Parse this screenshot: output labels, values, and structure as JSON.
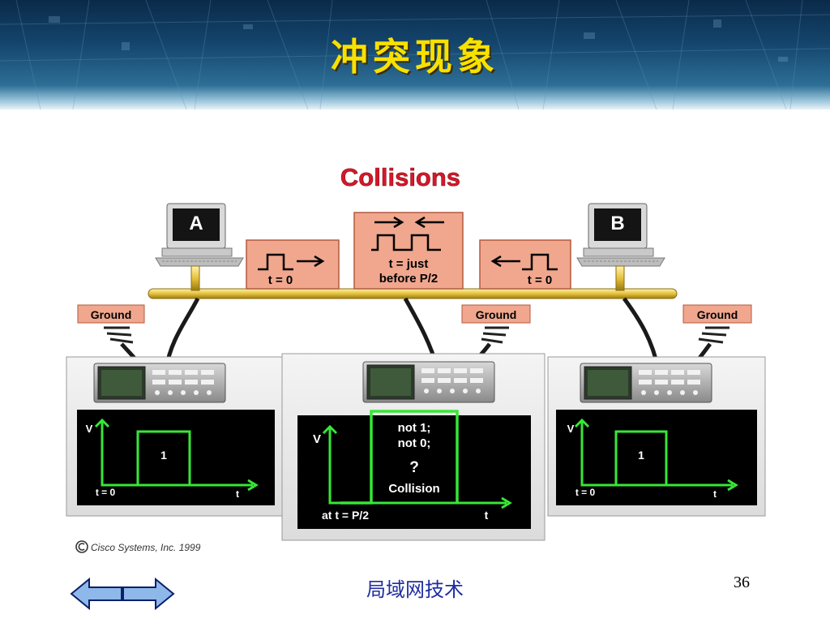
{
  "slide": {
    "title": "冲突现象",
    "footer": "局域网技术",
    "page_number": "36"
  },
  "diagram": {
    "heading": "Collisions",
    "station_a": "A",
    "station_b": "B",
    "signal_left": "t = 0",
    "signal_middle_1": "t = just",
    "signal_middle_2": "before P/2",
    "signal_right": "t = 0",
    "ground_label": "Ground",
    "scope_left": {
      "v": "V",
      "pulse": "1",
      "t0": "t = 0",
      "t": "t"
    },
    "scope_middle": {
      "v": "V",
      "line1": "not 1;",
      "line2": "not 0;",
      "q": "?",
      "collision": "Collision",
      "t0": "at t = P/2",
      "t": "t"
    },
    "scope_right": {
      "v": "V",
      "pulse": "1",
      "t0": "t = 0",
      "t": "t"
    },
    "copyright": "Cisco Systems, Inc. 1999"
  },
  "nav": {
    "prev_icon": "left-arrow-icon",
    "next_icon": "right-arrow-icon"
  },
  "colors": {
    "title_yellow": "#f7e100",
    "label_box": "#f0a78e",
    "cable_gold": "#e6c23a",
    "trace_green": "#37e637",
    "heading_red": "#d4182a",
    "footer_blue": "#1f2e9f"
  }
}
